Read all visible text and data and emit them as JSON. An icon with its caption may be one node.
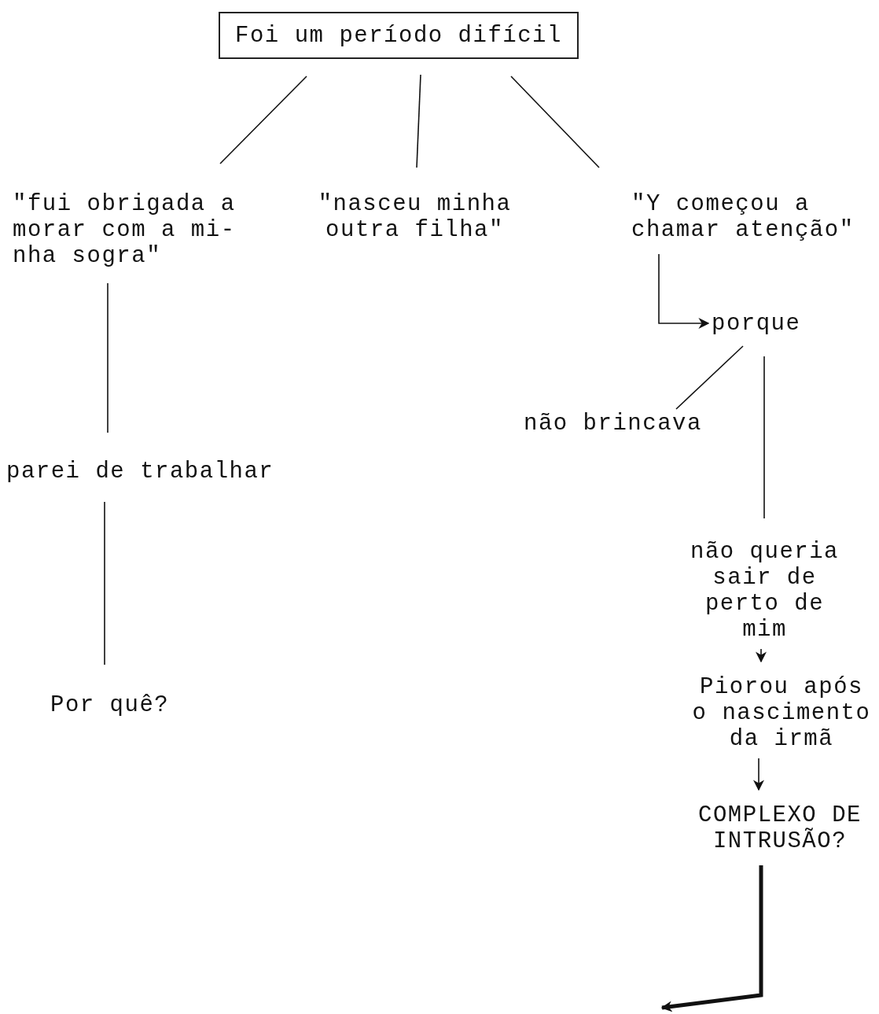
{
  "diagram": {
    "nodes": [
      {
        "text": [
          "Foi um período difícil"
        ]
      },
      {
        "text": [
          "\"fui obrigada a morar com a mi- nha sogra\""
        ]
      },
      {
        "text": [
          "\"nasceu minha outra filha\""
        ]
      },
      {
        "text": [
          "\"Y começou a chamar atenção\""
        ]
      },
      {
        "text": [
          "parei de trabalhar"
        ]
      },
      {
        "text": [
          "Por quê?"
        ]
      },
      {
        "text": [
          "porque"
        ]
      },
      {
        "text": [
          "não brincava"
        ]
      },
      {
        "text": [
          "não queria sair de perto de mim"
        ]
      },
      {
        "text": [
          "Piorou após o nascimento da irmã"
        ]
      },
      {
        "text": [
          "COMPLEXO DE INTRUSÃO?"
        ]
      }
    ],
    "edges": [
      {
        "from": 0,
        "to": 1,
        "arrow": "none"
      },
      {
        "from": 0,
        "to": 2,
        "arrow": "none"
      },
      {
        "from": 0,
        "to": 3,
        "arrow": "none"
      },
      {
        "from": 1,
        "to": 4,
        "arrow": "none"
      },
      {
        "from": 4,
        "to": 5,
        "arrow": "none"
      },
      {
        "from": 3,
        "to": 6,
        "arrow": "to"
      },
      {
        "from": 6,
        "to": 7,
        "arrow": "none"
      },
      {
        "from": 6,
        "to": 8,
        "arrow": "none"
      },
      {
        "from": 8,
        "to": 9,
        "arrow": "to"
      },
      {
        "from": 9,
        "to": 10,
        "arrow": "to"
      },
      {
        "from": 10,
        "to": null,
        "arrow": "to",
        "style": "thick"
      }
    ]
  }
}
